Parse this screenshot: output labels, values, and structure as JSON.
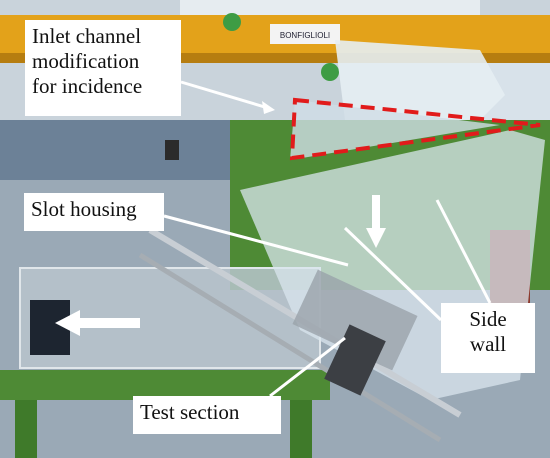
{
  "labels": {
    "inlet": {
      "line1": "Inlet  channel",
      "line2": "modification",
      "line3": "for incidence"
    },
    "slot_housing": "Slot housing",
    "side_wall": {
      "line1": "Side",
      "line2": "wall"
    },
    "test_section": "Test section"
  },
  "crane_sign": "BONFIGLIOLI",
  "colors": {
    "crane_yellow": "#e3a21a",
    "frame_green": "#4e8a35",
    "highlight_red": "#e11b1b",
    "arrow_white": "#ffffff",
    "wall_blue_grey": "#7b8ea3"
  }
}
